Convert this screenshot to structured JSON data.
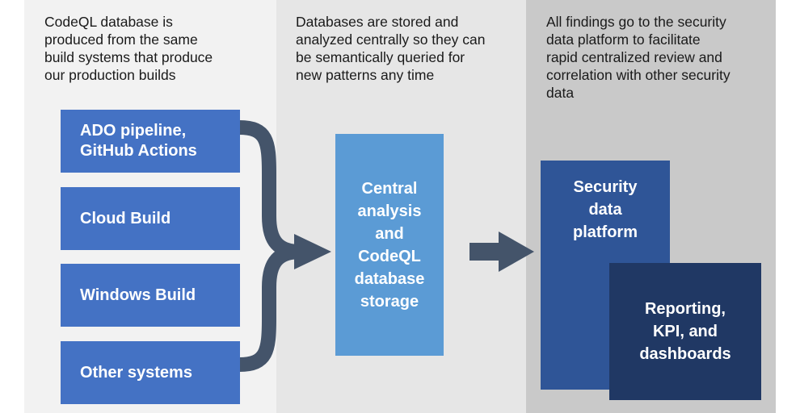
{
  "columns": [
    {
      "caption": "CodeQL database is\nproduced from the same\nbuild systems that produce\nour production builds"
    },
    {
      "caption": "Databases are stored and\nanalyzed centrally so they can\nbe semantically queried for\nnew patterns any time"
    },
    {
      "caption": "All findings go to the security\ndata platform to facilitate\nrapid centralized review and\ncorrelation with other security\ndata"
    }
  ],
  "sources": [
    {
      "label": "ADO pipeline,\nGitHub Actions"
    },
    {
      "label": "Cloud Build"
    },
    {
      "label": "Windows Build"
    },
    {
      "label": "Other systems"
    }
  ],
  "central": {
    "label": "Central\nanalysis\nand\nCodeQL\ndatabase\nstorage"
  },
  "security": {
    "label": "Security\ndata\nplatform"
  },
  "reporting": {
    "label": "Reporting,\nKPI, and\ndashboards"
  },
  "colors": {
    "source_box": "#4472c4",
    "central_box": "#5b9bd5",
    "security_box": "#2f5597",
    "reporting_box": "#203864",
    "arrow": "#44546a"
  }
}
